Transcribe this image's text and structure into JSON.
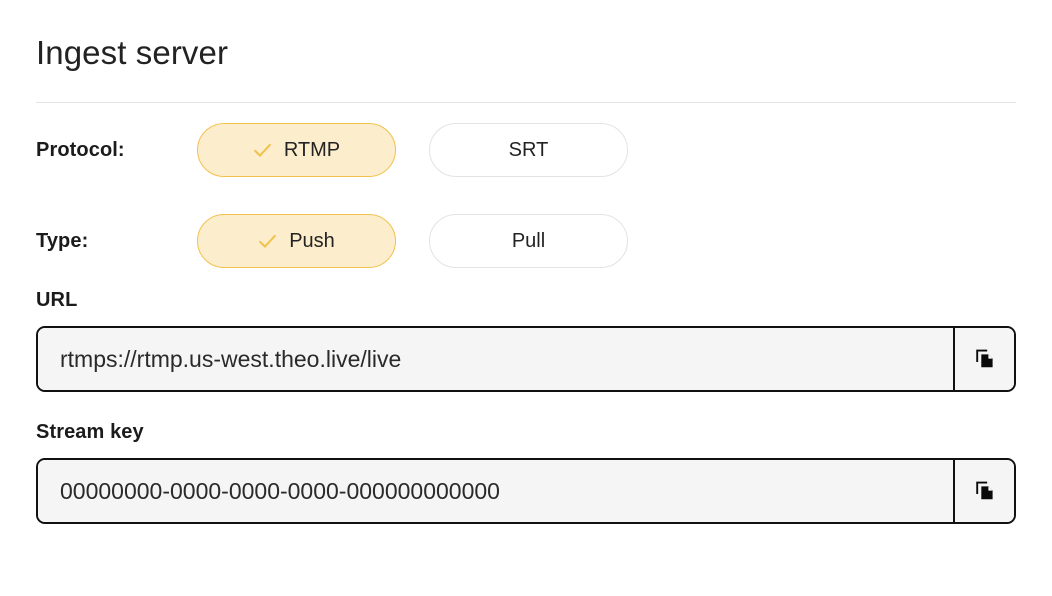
{
  "page": {
    "title": "Ingest server"
  },
  "protocol": {
    "label": "Protocol:",
    "options": [
      {
        "label": "RTMP",
        "selected": true
      },
      {
        "label": "SRT",
        "selected": false
      }
    ]
  },
  "type": {
    "label": "Type:",
    "options": [
      {
        "label": "Push",
        "selected": true
      },
      {
        "label": "Pull",
        "selected": false
      }
    ]
  },
  "url_field": {
    "label": "URL",
    "value": "rtmps://rtmp.us-west.theo.live/live",
    "copy_icon": "copy-icon"
  },
  "stream_key_field": {
    "label": "Stream key",
    "value": "00000000-0000-0000-0000-000000000000",
    "copy_icon": "copy-icon"
  },
  "icons": {
    "check": "check-icon"
  },
  "colors": {
    "selected_fill": "#fceecd",
    "selected_border": "#f2c14e",
    "check_gold": "#f0c24e",
    "unselected_border": "#e3e3e5",
    "input_border": "#111111",
    "input_fill": "#f5f5f5",
    "divider": "#e2e2e4",
    "text": "#1b1b1b"
  }
}
